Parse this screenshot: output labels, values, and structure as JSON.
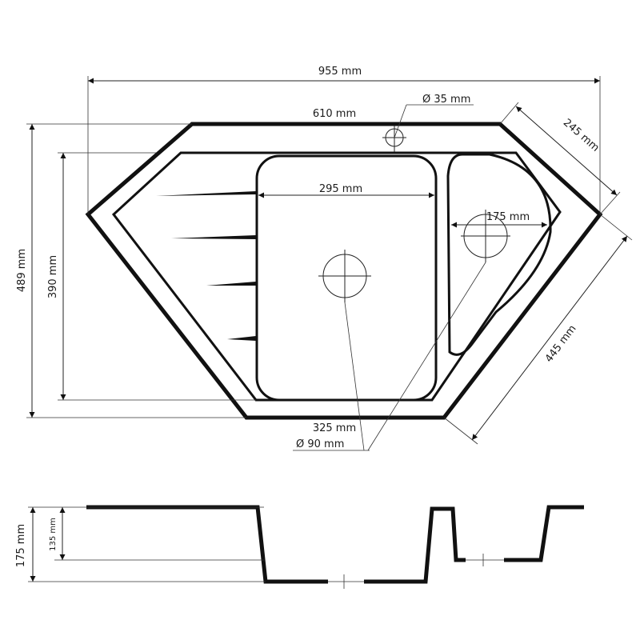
{
  "drawing": {
    "colors": {
      "line": "#111111",
      "background": "#ffffff"
    },
    "top_view": {
      "overall_width": "955 mm",
      "top_edge": "610 mm",
      "tap_hole": "Ø 35 mm",
      "right_edge_upper": "245 mm",
      "right_edge_lower": "445 mm",
      "overall_depth": "489 mm",
      "inner_depth": "390 mm",
      "main_bowl_width": "295 mm",
      "small_bowl_width": "175 mm",
      "bottom_edge": "325 mm",
      "drain_diameter": "Ø 90 mm"
    },
    "side_view": {
      "total_height": "175 mm",
      "bowl_depth": "135 mm"
    }
  }
}
